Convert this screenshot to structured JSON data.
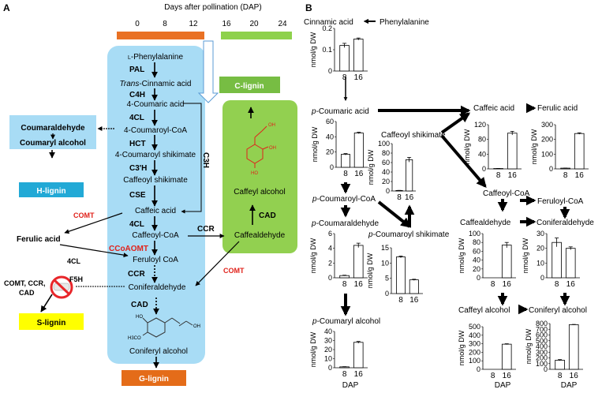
{
  "panel_a": {
    "label": "A",
    "timeline": {
      "title": "Days after pollination (DAP)",
      "ticks": [
        "0",
        "8",
        "12",
        "16",
        "20",
        "24"
      ]
    },
    "pathway": {
      "phenylalanine_prefix": "L",
      "phenylalanine": "-Phenylalanine",
      "pal": "PAL",
      "cinnamic_italic": "Trans",
      "cinnamic": "-Cinnamic acid",
      "c4h": "C4H",
      "coumaric": "4-Coumaric acid",
      "cl4_1": "4CL",
      "coumaroyl_coa": "4-Coumaroyl-CoA",
      "hct": "HCT",
      "coumaroyl_shikimate": "4-Coumaroyl shikimate",
      "c3h_prime": "C3'H",
      "caffeoyl_shikimate": "Caffeoyl shikimate",
      "cse": "CSE",
      "caffeic": "Caffeic acid",
      "cl4_2": "4CL",
      "caffeoyl_coa": "Caffeoyl-CoA",
      "ccoaomt": "CCoAOMT",
      "feruloyl_coa": "Feruloyl CoA",
      "ccr": "CCR",
      "coniferaldehyde": "Coniferaldehyde",
      "cad": "CAD",
      "coniferyl_alcohol": "Coniferyl alcohol",
      "g_lignin": "G-lignin",
      "c3h": "C3H",
      "struct_oh": "HO",
      "struct_ome": "H3CO",
      "struct_oh2": "OH"
    },
    "h_branch": {
      "coumaraldehyde": "Coumaraldehyde",
      "coumaryl_alcohol": "Coumaryl alcohol",
      "h_lignin": "H-lignin"
    },
    "s_branch": {
      "comt": "COMT",
      "ferulic": "Ferulic acid",
      "cl4": "4CL",
      "f5h": "F5H",
      "enzymes": "COMT, CCR,",
      "enzymes2": "CAD",
      "s_lignin": "S-lignin"
    },
    "c_branch": {
      "c_lignin": "C-lignin",
      "ccr": "CCR",
      "caffealdehyde": "Caffealdehyde",
      "cad": "CAD",
      "caffeyl_alcohol": "Caffeyl alcohol",
      "comt": "COMT",
      "struct_oh": "OH",
      "struct_ho": "HO",
      "struct_oh2": "OH"
    }
  },
  "panel_b": {
    "label": "B",
    "cinnamic": "Cinnamic acid",
    "phenylalanine": "Phenylalanine",
    "coumaric_italic": "p",
    "coumaric": "-Coumaric acid",
    "caffeic": "Caffeic acid",
    "ferulic": "Ferulic acid",
    "caffeoyl_shikimate": "Caffeoyl shikimate",
    "coumaroyl_coa_italic": "p",
    "coumaroyl_coa": "-Coumaroyl-CoA",
    "caffeoyl_coa": "Caffeoyl-CoA",
    "feruloyl_coa": "Feruloyl-CoA",
    "coumaraldehyde_italic": "p",
    "coumaraldehyde": "-Coumaraldehyde",
    "coumaroyl_shikimate_italic": "p",
    "coumaroyl_shikimate": "-Coumaroyl shikimate",
    "caffealdehyde": "Caffealdehyde",
    "coniferaldehyde": "Coniferaldehyde",
    "coumaryl_alcohol_italic": "p",
    "coumaryl_alcohol": "-Coumaryl alcohol",
    "caffeyl_alcohol": "Caffeyl alcohol",
    "coniferyl_alcohol": "Coniferyl alcohol",
    "xlabel": "DAP"
  },
  "chart_data": [
    {
      "type": "bar",
      "id": "cinnamic",
      "ylabel": "nmol/g DW",
      "categories": [
        "8",
        "16"
      ],
      "values": [
        0.12,
        0.15
      ],
      "errors": [
        0.01,
        0.005
      ],
      "ylim": [
        0,
        0.2
      ],
      "ticks": [
        "0",
        "0.1",
        "0.2"
      ]
    },
    {
      "type": "bar",
      "id": "coumaric",
      "ylabel": "nmol/g DW",
      "categories": [
        "8",
        "16"
      ],
      "values": [
        17,
        45
      ],
      "errors": [
        1,
        1
      ],
      "ylim": [
        0,
        60
      ],
      "ticks": [
        "0",
        "20",
        "40",
        "60"
      ]
    },
    {
      "type": "bar",
      "id": "caffeoyl_shikimate",
      "ylabel": "nmol/g DW",
      "categories": [
        "8",
        "16"
      ],
      "values": [
        1,
        66
      ],
      "errors": [
        0.3,
        5
      ],
      "ylim": [
        0,
        100
      ],
      "ticks": [
        "0",
        "20",
        "40",
        "60",
        "80",
        "100"
      ]
    },
    {
      "type": "bar",
      "id": "caffeic",
      "ylabel": "nmol/g DW",
      "categories": [
        "8",
        "16"
      ],
      "values": [
        1,
        97
      ],
      "errors": [
        0.3,
        5
      ],
      "ylim": [
        0,
        120
      ],
      "ticks": [
        "0",
        "40",
        "80",
        "120"
      ]
    },
    {
      "type": "bar",
      "id": "ferulic",
      "ylabel": "nmol/g DW",
      "categories": [
        "8",
        "16"
      ],
      "values": [
        5,
        240
      ],
      "errors": [
        0.5,
        5
      ],
      "ylim": [
        0,
        300
      ],
      "ticks": [
        "0",
        "100",
        "200",
        "300"
      ]
    },
    {
      "type": "bar",
      "id": "coumaraldehyde",
      "ylabel": "nmol/g DW",
      "categories": [
        "8",
        "16"
      ],
      "values": [
        0.3,
        4.4
      ],
      "errors": [
        0.05,
        0.3
      ],
      "ylim": [
        0,
        6
      ],
      "ticks": [
        "0",
        "2",
        "4",
        "6"
      ]
    },
    {
      "type": "bar",
      "id": "coumaroyl_shikimate",
      "ylabel": "nmol/g DW",
      "categories": [
        "8",
        "16"
      ],
      "values": [
        12,
        4.5
      ],
      "errors": [
        0.3,
        0.2
      ],
      "ylim": [
        0,
        15
      ],
      "ticks": [
        "0",
        "5",
        "10",
        "15"
      ]
    },
    {
      "type": "bar",
      "id": "caffealdehyde",
      "ylabel": "nmol/g DW",
      "categories": [
        "8",
        "16"
      ],
      "values": [
        0,
        74
      ],
      "errors": [
        0,
        6
      ],
      "ylim": [
        0,
        100
      ],
      "ticks": [
        "0",
        "20",
        "40",
        "60",
        "80",
        "100"
      ]
    },
    {
      "type": "bar",
      "id": "coniferaldehyde",
      "ylabel": "nmol/g DW",
      "categories": [
        "8",
        "16"
      ],
      "values": [
        24,
        20
      ],
      "errors": [
        3,
        1
      ],
      "ylim": [
        0,
        30
      ],
      "ticks": [
        "0",
        "10",
        "20",
        "30"
      ]
    },
    {
      "type": "bar",
      "id": "coumaryl_alcohol",
      "ylabel": "nmol/g DW",
      "categories": [
        "8",
        "16"
      ],
      "values": [
        1,
        28
      ],
      "errors": [
        0.2,
        1
      ],
      "ylim": [
        0,
        40
      ],
      "ticks": [
        "0",
        "10",
        "20",
        "30",
        "40"
      ]
    },
    {
      "type": "bar",
      "id": "caffeyl_alcohol",
      "ylabel": "nmol/g DW",
      "categories": [
        "8",
        "16"
      ],
      "values": [
        0,
        295
      ],
      "errors": [
        0,
        5
      ],
      "ylim": [
        0,
        500
      ],
      "ticks": [
        "0",
        "100",
        "200",
        "300",
        "400",
        "500"
      ]
    },
    {
      "type": "bar",
      "id": "coniferyl_alcohol",
      "ylabel": "nmol/g DW",
      "categories": [
        "8",
        "16"
      ],
      "values": [
        160,
        780
      ],
      "errors": [
        10,
        5
      ],
      "ylim": [
        0,
        800
      ],
      "ticks": [
        "0",
        "100",
        "200",
        "300",
        "400",
        "500",
        "600",
        "700",
        "800"
      ]
    }
  ],
  "colors": {
    "blue_panel": "#a8dcf5",
    "green_panel": "#92d050",
    "orange_bar": "#e97124",
    "green_bar": "#8ed14c",
    "h_lignin": "#22a9d6",
    "s_lignin": "#ffff00",
    "c_lignin": "#77bd43",
    "g_lignin": "#e46c19",
    "red_text": "#e0221b",
    "ban": "#e8262a"
  }
}
